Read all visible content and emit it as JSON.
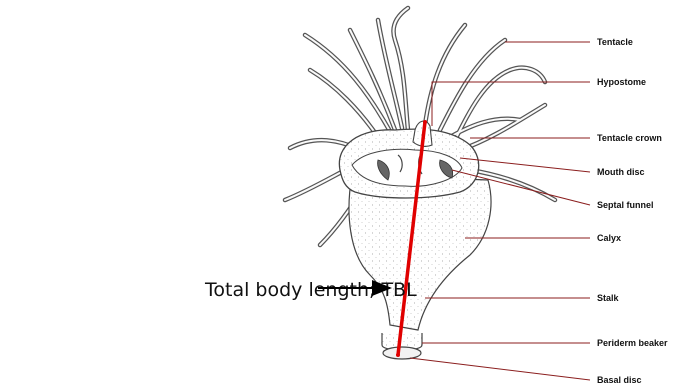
{
  "annotation": {
    "text": "Total body length; TBL"
  },
  "labels": {
    "tentacle": "Tentacle",
    "hypostome": "Hypostome",
    "tentacle_crown": "Tentacle crown",
    "mouth_disc": "Mouth disc",
    "septal_funnel": "Septal funnel",
    "calyx": "Calyx",
    "stalk": "Stalk",
    "periderm_beaker": "Periderm beaker",
    "basal_disc": "Basal disc"
  },
  "colors": {
    "leader_line": "#8b1e1e",
    "tbl_line": "#e00000",
    "outline": "#444444",
    "arrow": "#000000"
  }
}
